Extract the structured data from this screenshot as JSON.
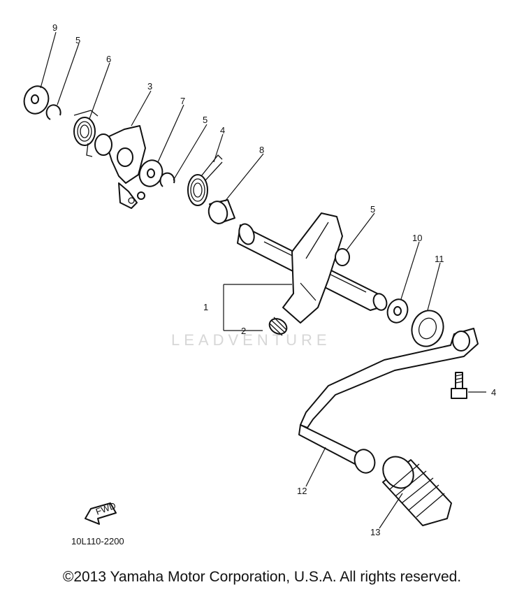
{
  "callouts": {
    "p9": "9",
    "p5a": "5",
    "p6": "6",
    "p3": "3",
    "p7": "7",
    "p5b": "5",
    "p4a": "4",
    "p8": "8",
    "p5c": "5",
    "p10": "10",
    "p11": "11",
    "p1": "1",
    "p2": "2",
    "p4b": "4",
    "p12": "12",
    "p13": "13"
  },
  "fwd_label": "FWD",
  "diagram_code": "10L110-2200",
  "watermark": "LEADVENTURE",
  "copyright": "©2013 Yamaha Motor Corporation, U.S.A. All rights reserved."
}
